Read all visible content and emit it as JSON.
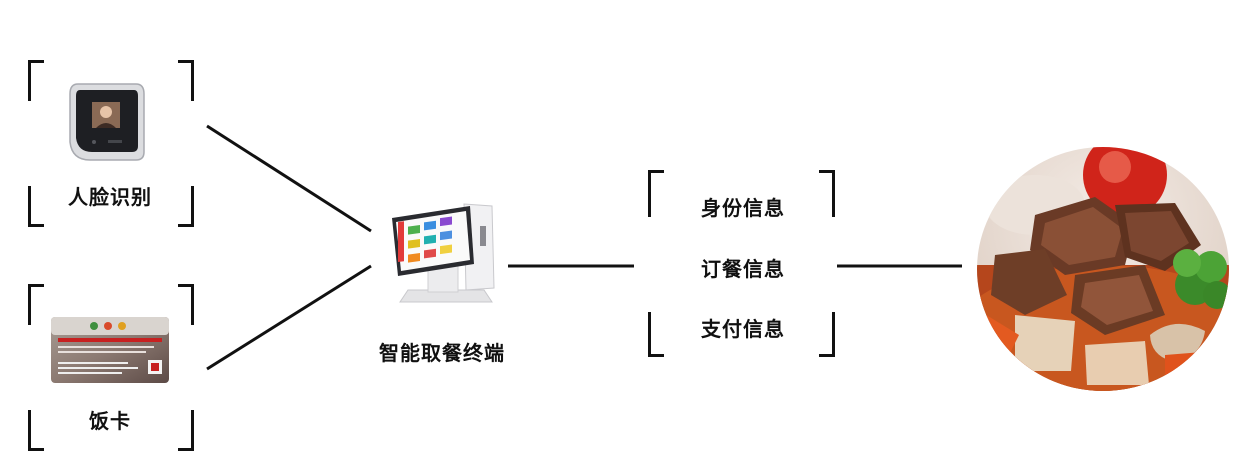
{
  "sources": {
    "face_recognition": {
      "label": "人脸识别",
      "device_icon": "face-recognition-terminal-icon"
    },
    "meal_card": {
      "label": "饭卡",
      "device_icon": "meal-card-icon"
    }
  },
  "terminal": {
    "label": "智能取餐终端",
    "device_icon": "touchscreen-terminal-icon"
  },
  "info": {
    "items": [
      "身份信息",
      "订餐信息",
      "支付信息"
    ]
  },
  "result": {
    "image": "braised-beef-dish-image"
  },
  "colors": {
    "line": "#111111",
    "text": "#111111",
    "background": "#ffffff"
  }
}
